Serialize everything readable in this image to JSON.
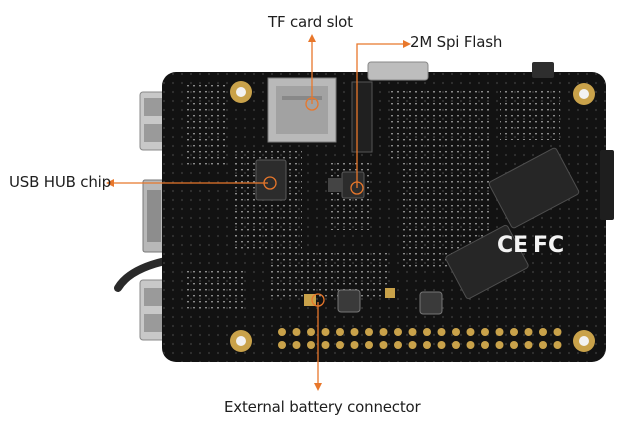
{
  "callouts": {
    "tf_card_slot": "TF card slot",
    "spi_flash": "2M Spi Flash",
    "usb_hub_chip": "USB HUB chip",
    "battery_connector": "External battery connector"
  },
  "board_markings": {
    "ce": "CE",
    "fc": "FC"
  },
  "colors": {
    "board": "#121212",
    "callout": "#e8772b",
    "text": "#1e1e1e",
    "gold": "#c9a24a"
  }
}
